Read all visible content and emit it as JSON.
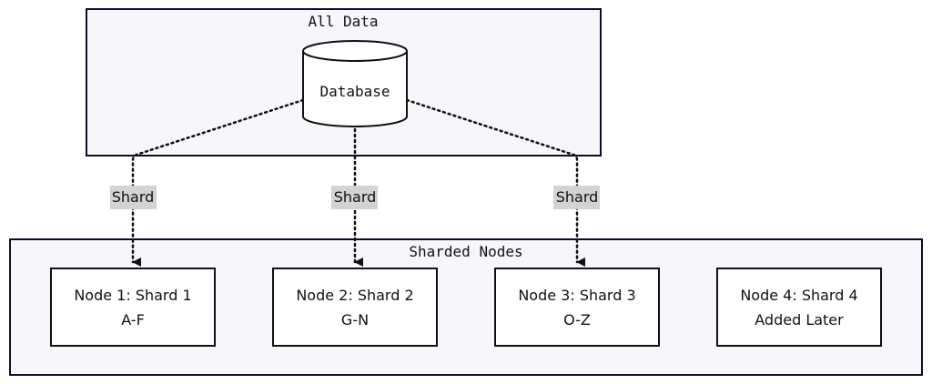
{
  "clusters": {
    "top": {
      "title": "All Data"
    },
    "bottom": {
      "title": "Sharded Nodes"
    }
  },
  "database": {
    "label": "Database"
  },
  "edges": [
    {
      "label": "Shard"
    },
    {
      "label": "Shard"
    },
    {
      "label": "Shard"
    }
  ],
  "nodes": [
    {
      "line1": "Node 1: Shard 1",
      "line2": "A-F"
    },
    {
      "line1": "Node 2: Shard 2",
      "line2": "G-N"
    },
    {
      "line1": "Node 3: Shard 3",
      "line2": "O-Z"
    },
    {
      "line1": "Node 4: Shard 4",
      "line2": "Added Later"
    }
  ],
  "colors": {
    "cluster_fill": "#f6f6fb",
    "cluster_stroke": "#0d0d2b",
    "edge_label_bg": "#d3d3d3"
  }
}
